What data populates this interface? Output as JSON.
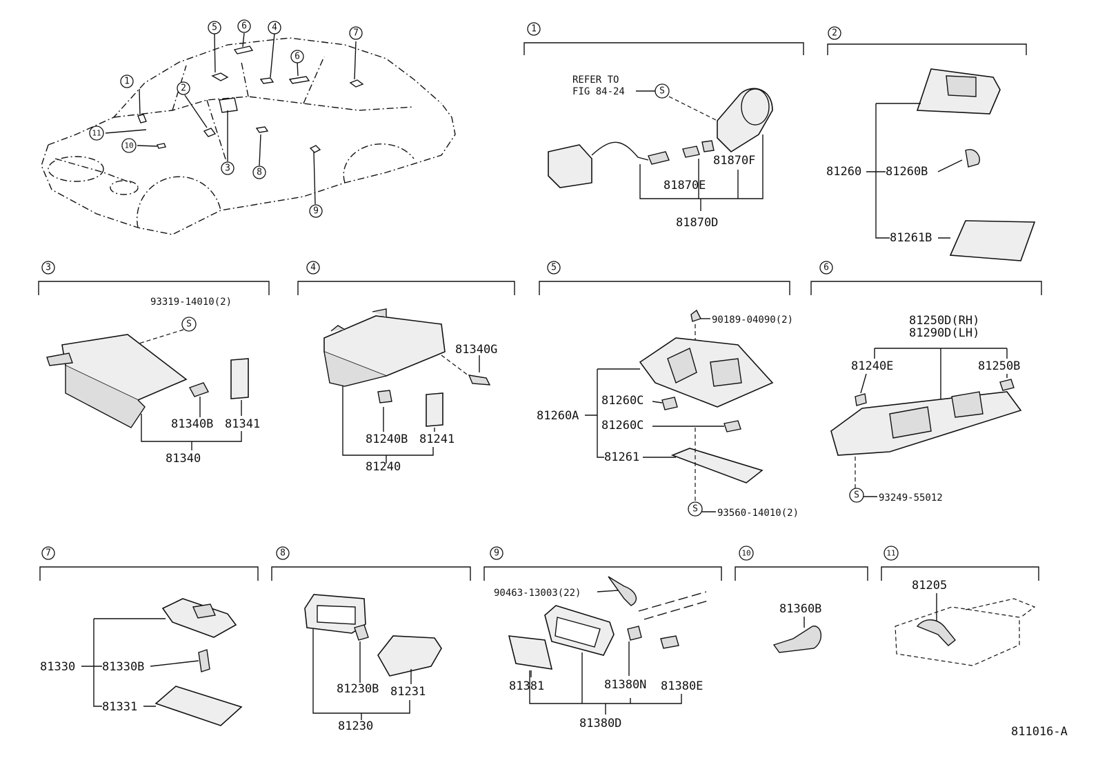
{
  "diagram_code": "811016-A",
  "callout_numbers": [
    "1",
    "2",
    "3",
    "4",
    "5",
    "6",
    "7",
    "8",
    "9",
    "10",
    "11"
  ],
  "sections": {
    "s1": {
      "num": "1",
      "refer_line1": "REFER TO",
      "refer_line2": "FIG 84-24",
      "s_mark": "S",
      "parts": [
        "81870F",
        "81870E",
        "81870D"
      ]
    },
    "s2": {
      "num": "2",
      "parts": [
        "81260",
        "81260B",
        "81261B"
      ]
    },
    "s3": {
      "num": "3",
      "screw": "93319-14010(2)",
      "s_mark": "S",
      "parts": [
        "81340B",
        "81341",
        "81340"
      ]
    },
    "s4": {
      "num": "4",
      "parts": [
        "81340G",
        "81240B",
        "81241",
        "81240"
      ]
    },
    "s5": {
      "num": "5",
      "nut": "90189-04090(2)",
      "parts": [
        "81260C",
        "81260C",
        "81260A",
        "81261"
      ],
      "screw": "93560-14010(2)",
      "s_mark": "S"
    },
    "s6": {
      "num": "6",
      "assy_rh": "81250D(RH)",
      "assy_lh": "81290D(LH)",
      "parts": [
        "81240E",
        "81250B"
      ],
      "screw": "93249-55012",
      "s_mark": "S"
    },
    "s7": {
      "num": "7",
      "parts": [
        "81330",
        "81330B",
        "81331"
      ]
    },
    "s8": {
      "num": "8",
      "parts": [
        "81230B",
        "81231",
        "81230"
      ]
    },
    "s9": {
      "num": "9",
      "clip": "90463-13003(22)",
      "parts": [
        "81381",
        "81380N",
        "81380E",
        "81380D"
      ]
    },
    "s10": {
      "num": "10",
      "parts": [
        "81360B"
      ]
    },
    "s11": {
      "num": "11",
      "parts": [
        "81205"
      ]
    }
  }
}
